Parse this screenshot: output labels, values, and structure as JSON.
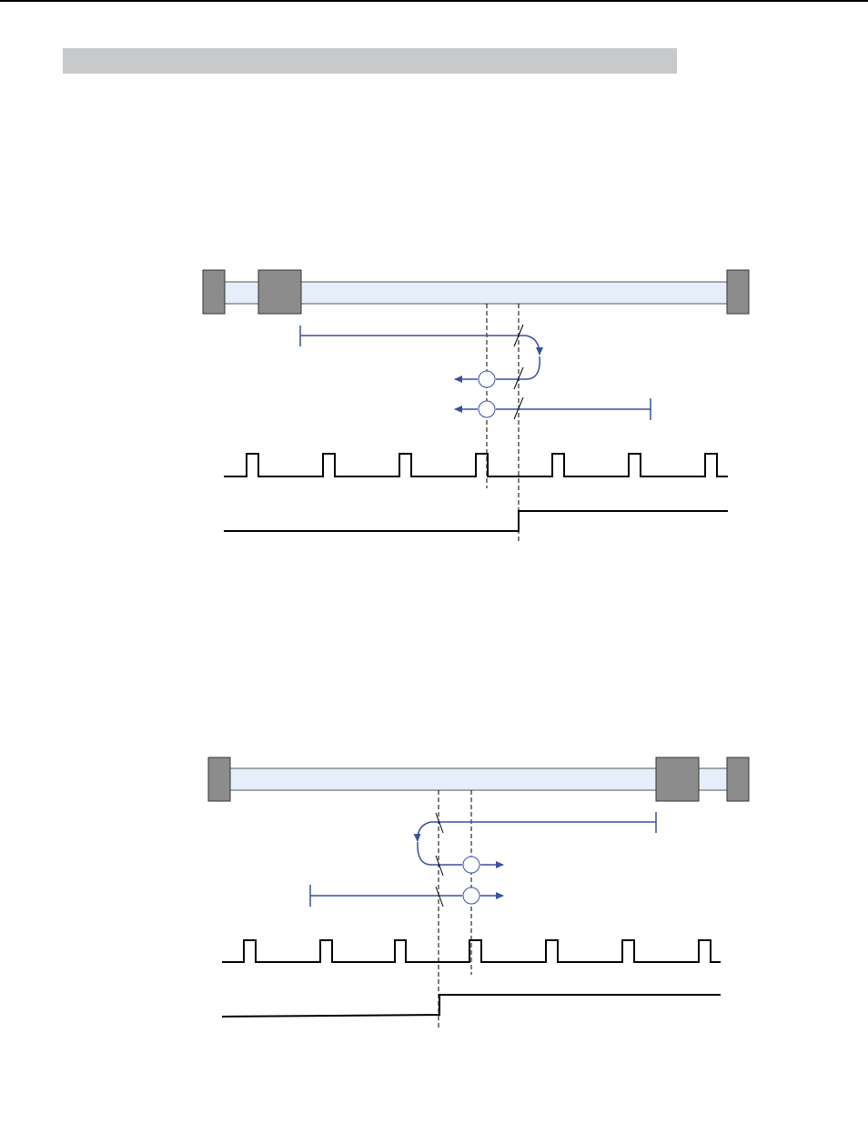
{
  "colors": {
    "header_band": "#c8c9cb",
    "rail_fill": "#e6eef9",
    "rail_stroke": "#555555",
    "carriage_fill": "#8c8c8c",
    "end_stop_fill": "#8c8c8c",
    "motion_path": "#3a4fa0",
    "signal_line": "#000000",
    "guide_line": "#000000"
  },
  "icons": {
    "carriage": "carriage-block-icon",
    "end_stop": "end-stop-icon",
    "arrow": "arrowhead-icon",
    "index_marker": "circle-marker-icon",
    "switch_crossing": "slash-crossing-icon"
  },
  "diagrams": [
    {
      "name": "homing-diagram-1",
      "carriage_side": "left",
      "motion_direction": "left",
      "signals": [
        "encoder-index-pulses",
        "home-switch-signal"
      ]
    },
    {
      "name": "homing-diagram-2",
      "carriage_side": "right",
      "motion_direction": "right",
      "signals": [
        "encoder-index-pulses",
        "home-switch-signal"
      ]
    }
  ]
}
